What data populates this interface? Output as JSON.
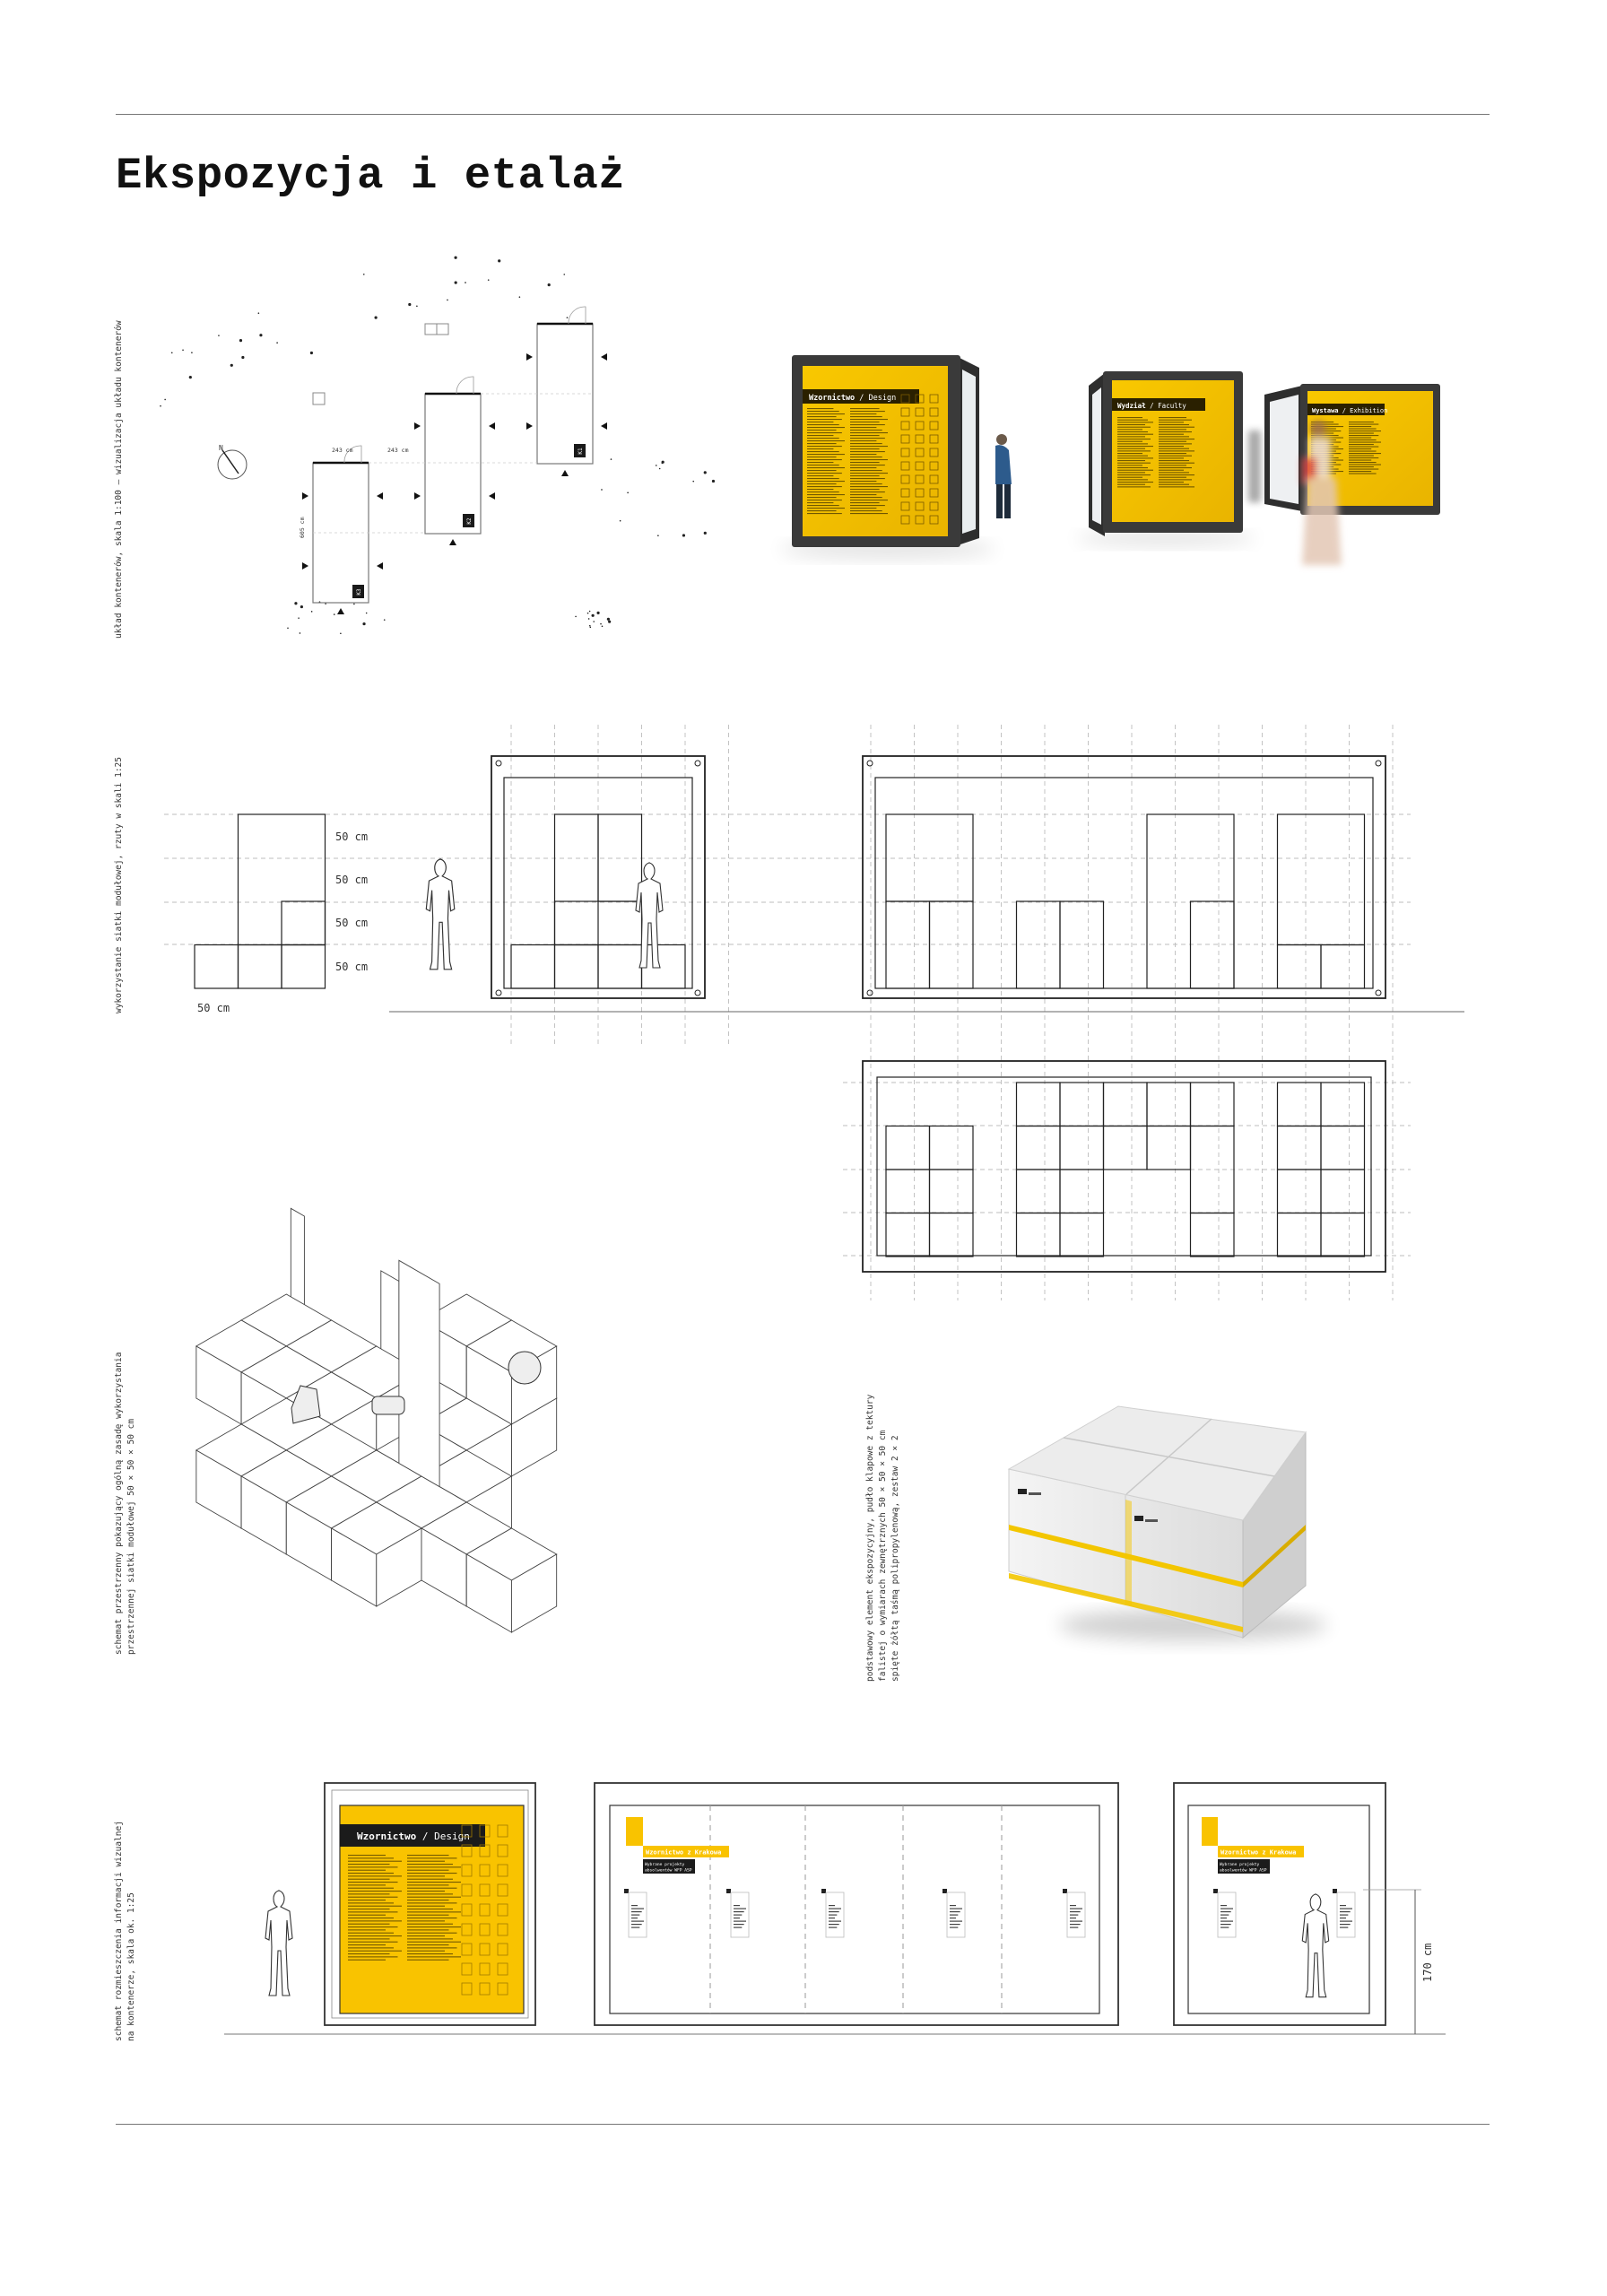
{
  "title": "Ekspozycja i etalaż",
  "colors": {
    "accent_yellow": "#f7c200",
    "frame_dark": "#3a3a3a",
    "line": "#333333",
    "grid_dashed": "#bdbdbd"
  },
  "sections": {
    "layout": {
      "label": "układ kontenerów, skala 1:100  –  wizualizacja układu kontenerów",
      "dim_width_1": "243 cm",
      "dim_width_2": "243 cm",
      "dim_length": "605 cm",
      "containers": [
        "K1",
        "K2",
        "K3"
      ],
      "compass": "N",
      "renders": [
        {
          "title_bold": "Wzornictwo",
          "title_rest": " / Design"
        },
        {
          "title_bold": "Wydział",
          "title_rest": " / Faculty"
        },
        {
          "title_bold": "Wystawa",
          "title_rest": " / Exhibition"
        }
      ]
    },
    "grid": {
      "label": "wykorzystanie siatki modułowej, rzuty w skali 1:25",
      "row_labels": [
        "50 cm",
        "50 cm",
        "50 cm",
        "50 cm"
      ],
      "bottom_label": "50 cm"
    },
    "spatial": {
      "label_lines": [
        "schemat przestrzenny pokazujący ogólną zasadę wykorzystania",
        "przestrzennej siatki modułowej 50 × 50 × 50 cm"
      ]
    },
    "element": {
      "label_lines": [
        "podstawowy element ekspozycyjny, pudło klapowe z tektury",
        "falistej o wymiarach zewnętrznych 50 × 50 × 50 cm",
        "spięte żółtą taśmą polipropylenową, zestaw 2 × 2"
      ]
    },
    "info": {
      "label_lines": [
        "schemat rozmieszczenia informacji wizualnej",
        "na kontenerze, skala ok. 1:25"
      ],
      "panel_title_bold": "Wzornictwo",
      "panel_title_rest": " / Design",
      "series_title": "Wzornictwo z Krakowa",
      "series_subtitle_1": "Wybrane projekty",
      "series_subtitle_2": "absolwentów WFP ASP",
      "series_title_b": "Wzornictwo z Krakowa",
      "series_subtitle_b1": "Wybrane projekty",
      "series_subtitle_b2": "absolwentów WFP ASP",
      "height_dim": "170 cm"
    }
  }
}
